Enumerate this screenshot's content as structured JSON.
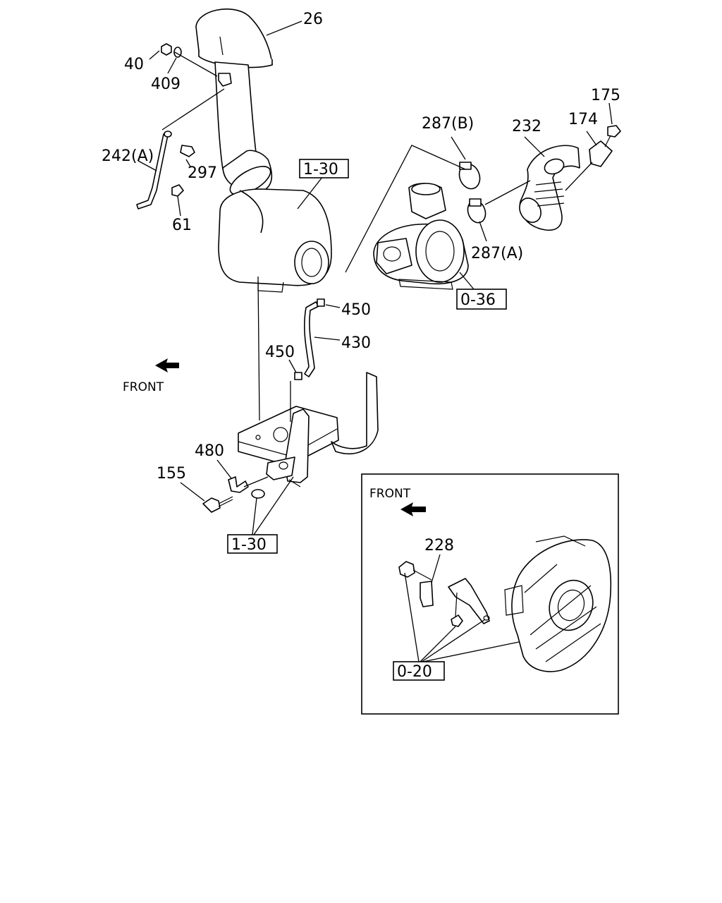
{
  "labels": {
    "p26": "26",
    "p40": "40",
    "p409": "409",
    "p242a": "242(A)",
    "p297": "297",
    "p61": "61",
    "ref_1_30_top": "1-30",
    "p287b": "287(B)",
    "p232": "232",
    "p174": "174",
    "p175": "175",
    "p287a": "287(A)",
    "ref_0_36": "0-36",
    "p450_top": "450",
    "p430": "430",
    "p450_mid": "450",
    "front_main": "FRONT",
    "p480": "480",
    "p155": "155",
    "ref_1_30_bottom": "1-30",
    "front_inset": "FRONT",
    "p228": "228",
    "ref_0_20": "0-20"
  },
  "icons": [
    "front-arrow-icon",
    "front-arrow-inset-icon"
  ]
}
